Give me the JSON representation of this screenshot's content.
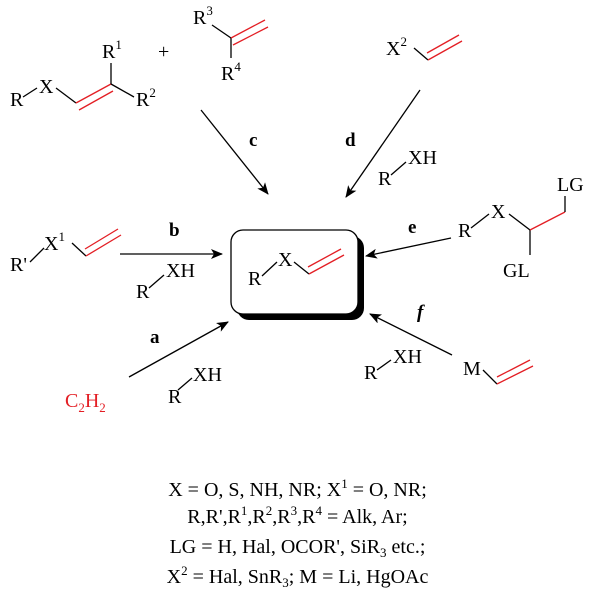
{
  "symbols": {
    "R": "R",
    "Rp": "R'",
    "X": "X",
    "X1": "X",
    "X2": "X",
    "XH": "XH",
    "R1": "R",
    "R2": "R",
    "R3": "R",
    "R4": "R",
    "LG": "LG",
    "GL": "GL",
    "M": "M",
    "C": "C",
    "H": "H",
    "sup1": "1",
    "sup2": "2",
    "sup3": "3",
    "sup4": "4"
  },
  "steps": {
    "a": "a",
    "b": "b",
    "c": "c",
    "d": "d",
    "e": "e",
    "f": "f"
  },
  "legend": {
    "line1": {
      "a": "X = O, S, NH, NR; X",
      "s1": "1",
      "b": " = O, NR;"
    },
    "line2": {
      "a": "R,R',R",
      "s1": "1",
      "b": ",R",
      "s2": "2",
      "c": ",R",
      "s3": "3",
      "d": ",R",
      "s4": "4",
      "e": " = Alk, Ar;"
    },
    "line3": {
      "a": "LG = H, Hal, OCOR', SiR",
      "s1": "3",
      "b": " etc.;"
    },
    "line4": {
      "a": "X",
      "s1": "2",
      "b": " = Hal, SnR",
      "s2": "3",
      "c": "; M = Li, HgOAc"
    }
  },
  "colors": {
    "highlight": "#e31e24",
    "ink": "#000000"
  }
}
